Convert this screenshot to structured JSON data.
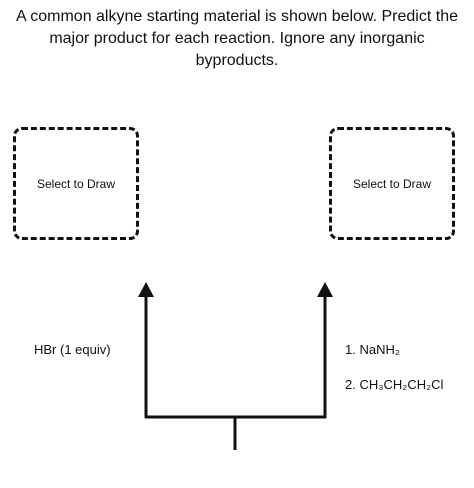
{
  "prompt": {
    "line1": "A common alkyne starting material is shown below. Predict the",
    "line2": "major product for each reaction. Ignore any inorganic",
    "line3": "byproducts."
  },
  "draw_boxes": {
    "left_label": "Select to Draw",
    "right_label": "Select to Draw"
  },
  "reagents": {
    "left": "HBr (1 equiv)",
    "right_step1": "1. NaNH₂",
    "right_step2": "2. CH₃CH₂CH₂Cl"
  }
}
